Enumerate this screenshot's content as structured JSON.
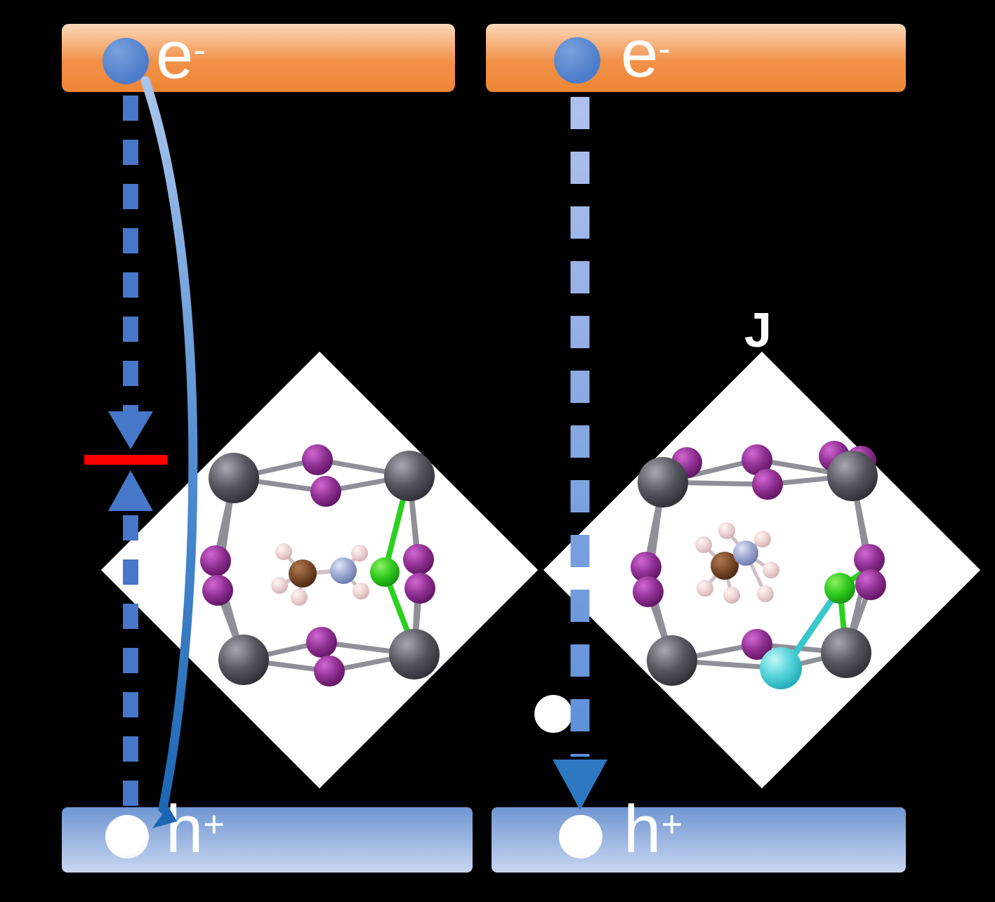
{
  "labels": {
    "left_electron_base": "e",
    "left_electron_sup": "-",
    "left_hole_base": "h",
    "left_hole_sup": "+",
    "right_electron_base": "e",
    "right_electron_sup": "-",
    "right_hole_base": "h",
    "right_hole_sup": "+",
    "fragment": "J"
  },
  "colors": {
    "background": "#000000",
    "band_orange_light": "#fbd9ba",
    "band_orange": "#f29149",
    "band_orange_deep": "#ee8636",
    "band_blue_top": "#6f96d2",
    "band_blue_bottom": "#c9d6f0",
    "electron_blue": "#4b7bc9",
    "hole_white": "#ffffff",
    "trap_red": "#fe0000",
    "arrow_dark_blue": "#4677c8",
    "arrow_head_blue": "#2e77c1",
    "diamond_white": "#ffffff"
  },
  "bond_colors": {
    "frame": "#8f8f98",
    "green": "#2bd11f",
    "teal": "#38c8cc",
    "mol": "#cfc0c4"
  },
  "structures": [
    {
      "id": "left",
      "bonds": [
        [
          "frame",
          7,
          333,
          681,
          452,
          655
        ],
        [
          "frame",
          7,
          452,
          655,
          583,
          678
        ],
        [
          "frame",
          7,
          333,
          681,
          464,
          700
        ],
        [
          "frame",
          7,
          464,
          700,
          583,
          678
        ],
        [
          "frame",
          7,
          333,
          681,
          307,
          799
        ],
        [
          "frame",
          7,
          307,
          799,
          347,
          940
        ],
        [
          "frame",
          7,
          333,
          681,
          310,
          841
        ],
        [
          "frame",
          7,
          310,
          841,
          347,
          940
        ],
        [
          "frame",
          7,
          583,
          678,
          596,
          797
        ],
        [
          "frame",
          7,
          596,
          797,
          590,
          932
        ],
        [
          "frame",
          7,
          583,
          678,
          598,
          838
        ],
        [
          "frame",
          7,
          598,
          838,
          590,
          932
        ],
        [
          "frame",
          7,
          347,
          940,
          458,
          915
        ],
        [
          "frame",
          7,
          458,
          915,
          590,
          932
        ],
        [
          "frame",
          7,
          347,
          940,
          469,
          956
        ],
        [
          "frame",
          7,
          469,
          956,
          590,
          932
        ],
        [
          "green",
          8,
          548,
          815,
          577,
          700
        ],
        [
          "green",
          8,
          548,
          815,
          585,
          912
        ],
        [
          "mol",
          6,
          431,
          817,
          489,
          813
        ],
        [
          "mol",
          5,
          431,
          817,
          404,
          786
        ],
        [
          "mol",
          5,
          431,
          817,
          398,
          834
        ],
        [
          "mol",
          5,
          431,
          817,
          426,
          851
        ],
        [
          "mol",
          5,
          489,
          813,
          512,
          788
        ],
        [
          "mol",
          5,
          489,
          813,
          514,
          842
        ]
      ],
      "atoms": [
        [
          "I",
          22,
          452,
          655
        ],
        [
          "I",
          22,
          464,
          700
        ],
        [
          "I",
          22,
          307,
          799
        ],
        [
          "I",
          22,
          310,
          841
        ],
        [
          "I",
          22,
          596,
          797
        ],
        [
          "I",
          22,
          598,
          838
        ],
        [
          "I",
          22,
          458,
          915
        ],
        [
          "I",
          22,
          469,
          956
        ],
        [
          "Pb",
          36,
          333,
          681
        ],
        [
          "Pb",
          36,
          583,
          678
        ],
        [
          "Pb",
          36,
          347,
          940
        ],
        [
          "Pb",
          36,
          590,
          932
        ],
        [
          "Gr",
          21,
          548,
          815
        ],
        [
          "C",
          20,
          431,
          817
        ],
        [
          "N",
          19,
          489,
          813
        ],
        [
          "H",
          12,
          404,
          786
        ],
        [
          "H",
          12,
          398,
          834
        ],
        [
          "H",
          12,
          426,
          851
        ],
        [
          "H",
          12,
          512,
          788
        ],
        [
          "H",
          12,
          514,
          842
        ]
      ]
    },
    {
      "id": "right",
      "bonds": [
        [
          "frame",
          7,
          944,
          687,
          1078,
          655
        ],
        [
          "frame",
          7,
          1078,
          655,
          1214,
          678
        ],
        [
          "frame",
          7,
          944,
          687,
          1093,
          690
        ],
        [
          "frame",
          7,
          1093,
          690,
          1214,
          678
        ],
        [
          "frame",
          7,
          944,
          687,
          920,
          808
        ],
        [
          "frame",
          7,
          920,
          808,
          957,
          941
        ],
        [
          "frame",
          7,
          944,
          687,
          923,
          843
        ],
        [
          "frame",
          7,
          923,
          843,
          957,
          941
        ],
        [
          "frame",
          7,
          1214,
          678,
          1238,
          797
        ],
        [
          "frame",
          7,
          1238,
          797,
          1205,
          930
        ],
        [
          "frame",
          7,
          1214,
          678,
          1240,
          833
        ],
        [
          "frame",
          7,
          1240,
          833,
          1205,
          930
        ],
        [
          "frame",
          7,
          957,
          941,
          1078,
          918
        ],
        [
          "frame",
          7,
          1078,
          918,
          1205,
          930
        ],
        [
          "frame",
          7,
          957,
          941,
          1112,
          952
        ],
        [
          "frame",
          7,
          1112,
          952,
          1205,
          930
        ],
        [
          "teal",
          9,
          1196,
          838,
          1122,
          946
        ],
        [
          "green",
          8,
          1196,
          838,
          1236,
          810
        ],
        [
          "green",
          8,
          1196,
          838,
          1204,
          920
        ],
        [
          "mol",
          6,
          1032,
          806,
          1062,
          788
        ],
        [
          "mol",
          5,
          1032,
          806,
          1002,
          776
        ],
        [
          "mol",
          5,
          1032,
          806,
          1004,
          838
        ],
        [
          "mol",
          5,
          1032,
          806,
          1042,
          848
        ],
        [
          "mol",
          5,
          1062,
          788,
          1086,
          768
        ],
        [
          "mol",
          5,
          1062,
          788,
          1098,
          812
        ],
        [
          "mol",
          5,
          1062,
          788,
          1090,
          846
        ],
        [
          "mol",
          5,
          1062,
          788,
          1035,
          756
        ]
      ],
      "atoms": [
        [
          "I",
          22,
          978,
          659
        ],
        [
          "I",
          22,
          1188,
          650
        ],
        [
          "I",
          22,
          1226,
          657
        ],
        [
          "I",
          22,
          1078,
          655
        ],
        [
          "I",
          22,
          1093,
          690
        ],
        [
          "I",
          22,
          920,
          808
        ],
        [
          "I",
          22,
          923,
          843
        ],
        [
          "I",
          22,
          1238,
          797
        ],
        [
          "I",
          22,
          1240,
          833
        ],
        [
          "I",
          22,
          1078,
          918
        ],
        [
          "Pb",
          36,
          944,
          687
        ],
        [
          "Pb",
          36,
          1214,
          678
        ],
        [
          "Pb",
          36,
          957,
          941
        ],
        [
          "Pb",
          36,
          1205,
          930
        ],
        [
          "Cy",
          30,
          1112,
          952
        ],
        [
          "Gr",
          22,
          1196,
          838
        ],
        [
          "C",
          20,
          1032,
          806
        ],
        [
          "N",
          18,
          1062,
          788
        ],
        [
          "H",
          12,
          1002,
          776
        ],
        [
          "H",
          12,
          1004,
          838
        ],
        [
          "H",
          12,
          1042,
          848
        ],
        [
          "H",
          12,
          1086,
          768
        ],
        [
          "H",
          12,
          1098,
          812
        ],
        [
          "H",
          12,
          1090,
          846
        ],
        [
          "H",
          12,
          1035,
          756
        ]
      ]
    }
  ]
}
